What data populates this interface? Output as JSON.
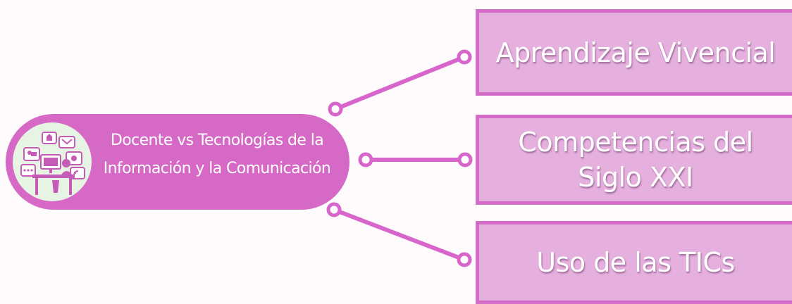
{
  "central": {
    "line1": "Docente vs Tecnologías de la",
    "line2": "Información y la Comunicación",
    "icon": "teacher-at-computer-icon"
  },
  "topics": [
    {
      "lines": [
        "Aprendizaje Vivencial"
      ]
    },
    {
      "lines": [
        "Competencias del",
        "Siglo XXI"
      ]
    },
    {
      "lines": [
        "Uso de las TICs"
      ]
    }
  ],
  "colors": {
    "node_fill": "#d669c6",
    "box_fill": "#e6b0de",
    "box_border": "#d56bc9",
    "connector": "#d865cb",
    "background": "#fdfbfc"
  }
}
